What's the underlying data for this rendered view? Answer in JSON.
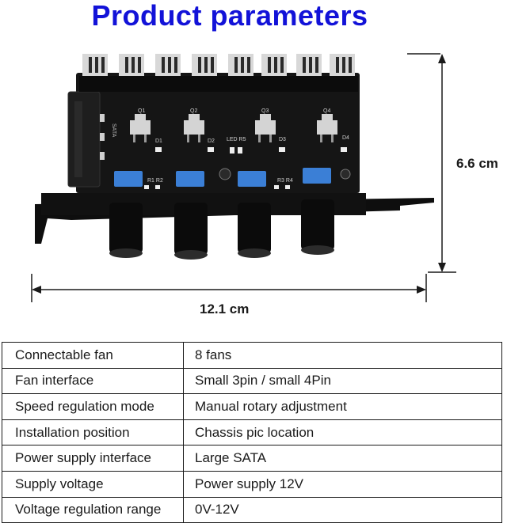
{
  "title": "Product parameters",
  "dimensions": {
    "height": "6.6 cm",
    "width": "12.1 cm"
  },
  "colors": {
    "title": "#1212d8",
    "pcb": "#151515",
    "switch": "#3b7fd6",
    "knob": "#0b0b0b"
  },
  "board_labels": {
    "fets": [
      "Q1",
      "Q2",
      "Q3",
      "Q4"
    ],
    "diodes": [
      "D1",
      "D2",
      "D3",
      "D4"
    ],
    "led": "LED R5",
    "resistors": [
      "R1 R2",
      "R3 R4"
    ],
    "sata_text": "SATA"
  },
  "parameters": [
    {
      "key": "Connectable fan",
      "value": "8 fans"
    },
    {
      "key": "Fan interface",
      "value": "Small 3pin / small 4Pin"
    },
    {
      "key": "Speed regulation mode",
      "value": "Manual rotary adjustment"
    },
    {
      "key": "Installation position",
      "value": "Chassis pic location"
    },
    {
      "key": "Power supply interface",
      "value": "Large SATA"
    },
    {
      "key": "Supply voltage",
      "value": "Power supply 12V"
    },
    {
      "key": "Voltage regulation range",
      "value": "0V-12V"
    }
  ]
}
